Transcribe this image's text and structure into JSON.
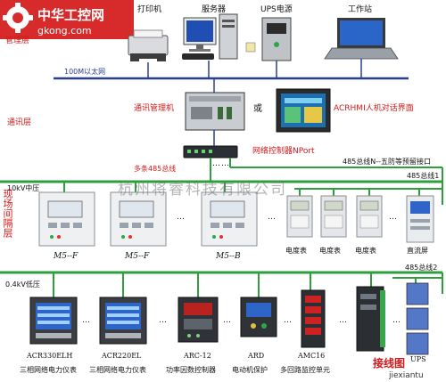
{
  "logo": {
    "text": "中华工控网",
    "domain": "gkong.com"
  },
  "layers": {
    "management": "管理层",
    "communication": "通讯层",
    "field": "现场间隔层"
  },
  "top_devices": {
    "printer": "打印机",
    "server": "服务器",
    "ups": "UPS电源",
    "workstation": "工作站"
  },
  "buses": {
    "ethernet": "100M以太网",
    "multi485": "多条485总线",
    "bus485_n": "485总线N--五防等预留接口",
    "bus485_1": "485总线1",
    "bus485_2": "485总线2",
    "ellipsis": "…"
  },
  "comm": {
    "manager": "通讯管理机",
    "or": "或",
    "hmi": "ACRHMI人机对话界面",
    "controller": "网络控制器NPort"
  },
  "voltage": {
    "hv": "10kV中压",
    "lv": "0.4kV低压"
  },
  "hv_devices": {
    "m5f_1": "M5--F",
    "m5f_2": "M5--F",
    "m5b": "M5--B",
    "meter1": "电度表",
    "meter2": "电度表",
    "meter3": "电度表",
    "dc_screen": "直流屏"
  },
  "lv_devices": {
    "acr330": "ACR330ELH",
    "acr220": "ACR220EL",
    "arc12": "ARC-12",
    "ard": "ARD",
    "amc16": "AMC16",
    "ups": "UPS"
  },
  "lv_captions": {
    "c1": "三相网络电力仪表",
    "c2": "三相网络电力仪表",
    "c3": "功率因数控制器",
    "c4": "电动机保护",
    "c5": "多回路监控单元"
  },
  "watermark": "杭州将睿科技有限公司",
  "corner_logo": {
    "cn": "接线图",
    "en": "jiexiantu"
  },
  "colors": {
    "bus_green": "#2e9e3e",
    "label_red": "#d21a1a",
    "ethernet_blue": "#2a3f8f",
    "meter_screen": "#2f64c9"
  }
}
